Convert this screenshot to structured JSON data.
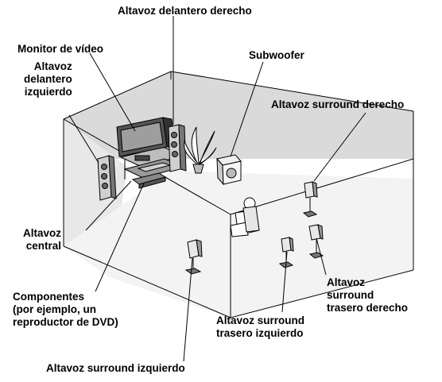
{
  "labels": {
    "front_right": "Altavoz delantero derecho",
    "video_monitor": "Monitor de vídeo",
    "front_left": "Altavoz\ndelantero\nizquierdo",
    "subwoofer": "Subwoofer",
    "surround_right": "Altavoz surround derecho",
    "center": "Altavoz\ncentral",
    "components": "Componentes\n(por ejemplo, un\nreproductor de DVD)",
    "surround_back_right": "Altavoz\nsurround\ntrasero derecho",
    "surround_back_left": "Altavoz surround\ntrasero izquierdo",
    "surround_left": "Altavoz surround izquierdo"
  },
  "colors": {
    "room_floor": "#f2f2f2",
    "room_wall_back": "#d9d9d9",
    "room_wall_side": "#e6e6e6",
    "line": "#000000"
  }
}
